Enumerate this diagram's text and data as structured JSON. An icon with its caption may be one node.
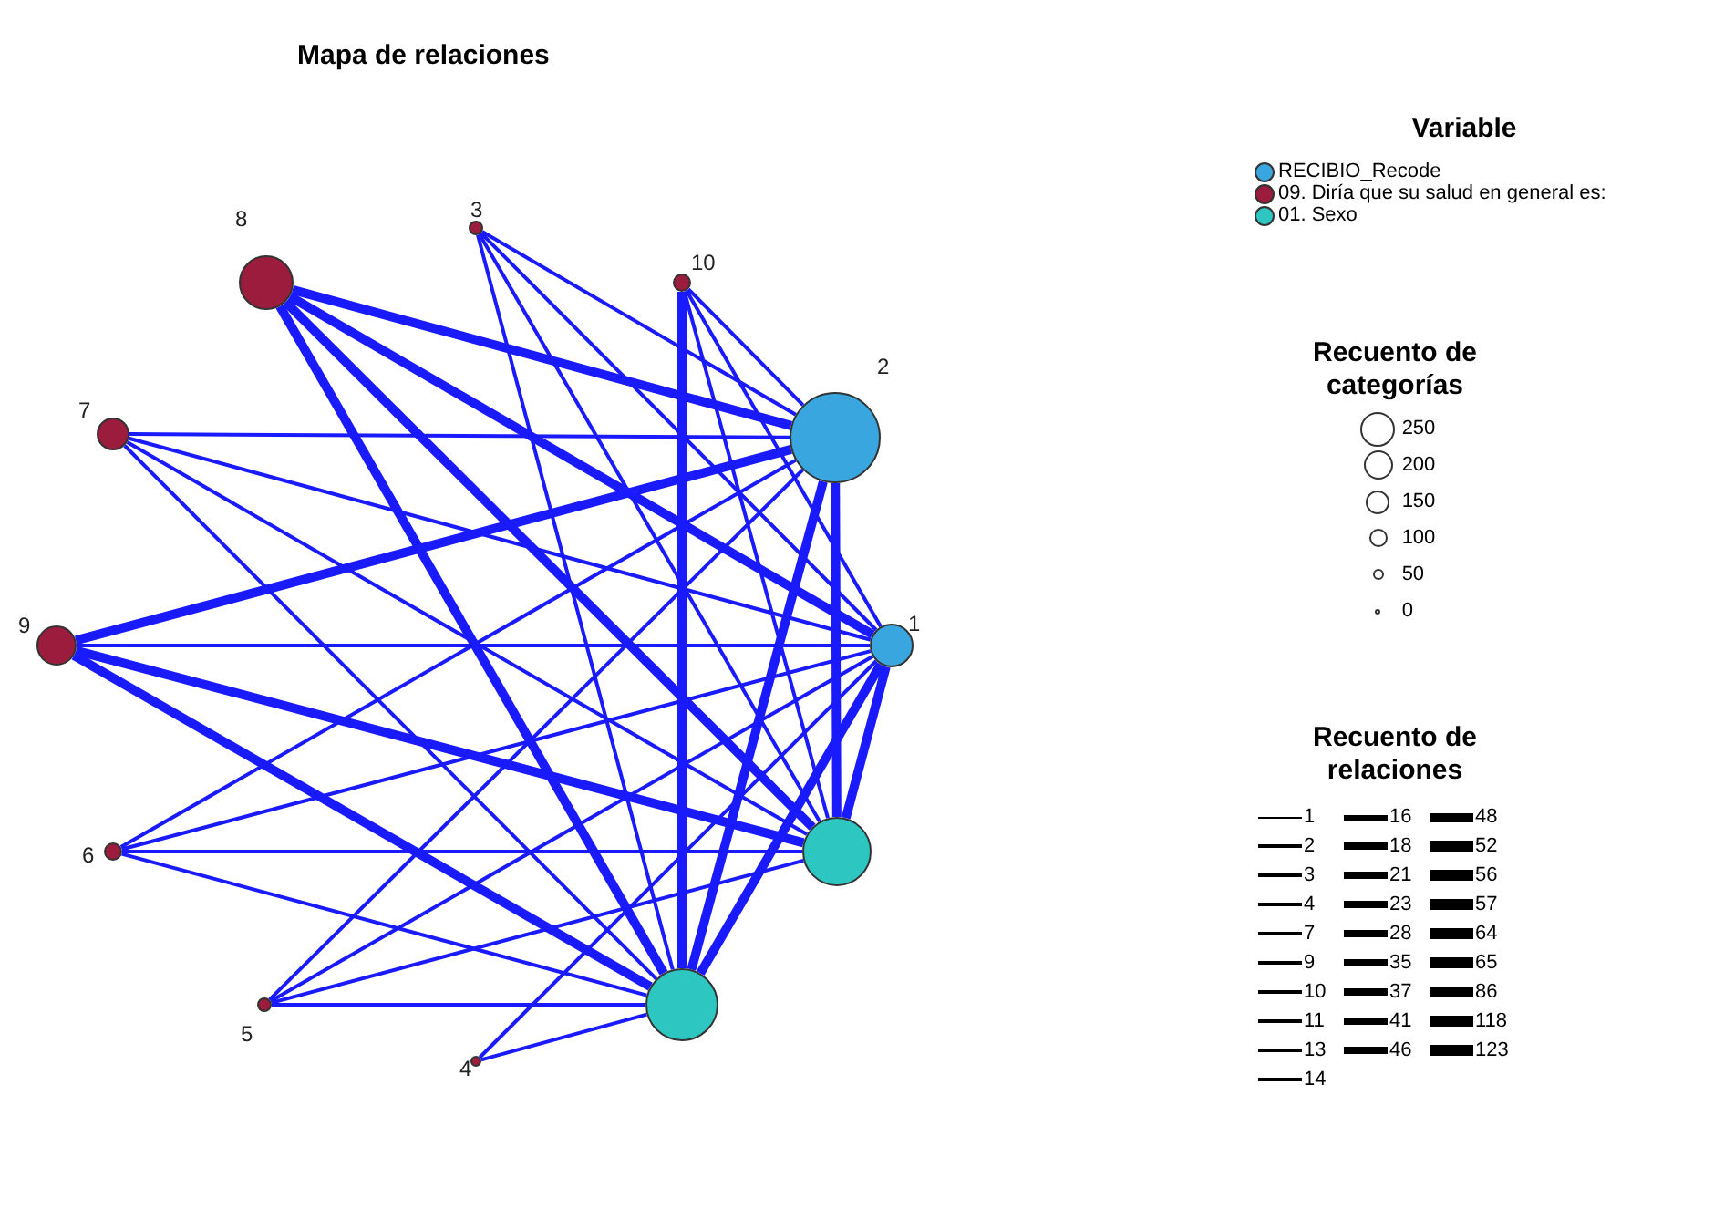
{
  "diagram": {
    "title": "Mapa de relaciones",
    "nodes": [
      {
        "text": [],
        "shape": "circle",
        "beside": [
          "3"
        ]
      },
      {
        "text": [],
        "shape": "circle",
        "beside": [
          "10"
        ]
      },
      {
        "text": [],
        "shape": "circle",
        "beside": [
          "8"
        ]
      },
      {
        "text": [],
        "shape": "circle",
        "beside": [
          "2"
        ]
      },
      {
        "text": [],
        "shape": "circle",
        "beside": [
          "7"
        ]
      },
      {
        "text": [],
        "shape": "circle",
        "beside": [
          "9"
        ]
      },
      {
        "text": [],
        "shape": "circle",
        "beside": [
          "1"
        ]
      },
      {
        "text": [],
        "shape": "circle",
        "beside": [
          "6"
        ]
      },
      {
        "text": [],
        "shape": "circle"
      },
      {
        "text": [],
        "shape": "circle",
        "beside": [
          "5"
        ]
      },
      {
        "text": [],
        "shape": "circle"
      },
      {
        "text": [],
        "shape": "circle",
        "beside": [
          "4"
        ]
      }
    ],
    "edges": [
      {
        "from": 0,
        "to": 3,
        "arrow": "none"
      },
      {
        "from": 0,
        "to": 6,
        "arrow": "none"
      },
      {
        "from": 0,
        "to": 8,
        "arrow": "none"
      },
      {
        "from": 0,
        "to": 10,
        "arrow": "none"
      },
      {
        "from": 1,
        "to": 3,
        "arrow": "none"
      },
      {
        "from": 1,
        "to": 6,
        "arrow": "none"
      },
      {
        "from": 1,
        "to": 8,
        "arrow": "none"
      },
      {
        "from": 1,
        "to": 10,
        "arrow": "none",
        "style": "thick"
      },
      {
        "from": 2,
        "to": 3,
        "arrow": "none",
        "style": "thick"
      },
      {
        "from": 2,
        "to": 6,
        "arrow": "none",
        "style": "thick"
      },
      {
        "from": 2,
        "to": 8,
        "arrow": "none",
        "style": "thick"
      },
      {
        "from": 2,
        "to": 10,
        "arrow": "none",
        "style": "thick"
      },
      {
        "from": 4,
        "to": 3,
        "arrow": "none"
      },
      {
        "from": 4,
        "to": 6,
        "arrow": "none"
      },
      {
        "from": 4,
        "to": 8,
        "arrow": "none"
      },
      {
        "from": 4,
        "to": 10,
        "arrow": "none"
      },
      {
        "from": 5,
        "to": 3,
        "arrow": "none",
        "style": "thick"
      },
      {
        "from": 5,
        "to": 6,
        "arrow": "none"
      },
      {
        "from": 5,
        "to": 8,
        "arrow": "none",
        "style": "thick"
      },
      {
        "from": 5,
        "to": 10,
        "arrow": "none",
        "style": "thick"
      },
      {
        "from": 7,
        "to": 3,
        "arrow": "none"
      },
      {
        "from": 7,
        "to": 6,
        "arrow": "none"
      },
      {
        "from": 7,
        "to": 8,
        "arrow": "none"
      },
      {
        "from": 7,
        "to": 10,
        "arrow": "none"
      },
      {
        "from": 9,
        "to": 3,
        "arrow": "none"
      },
      {
        "from": 9,
        "to": 6,
        "arrow": "none"
      },
      {
        "from": 9,
        "to": 8,
        "arrow": "none"
      },
      {
        "from": 9,
        "to": 10,
        "arrow": "none"
      },
      {
        "from": 11,
        "to": 6,
        "arrow": "none"
      },
      {
        "from": 11,
        "to": 10,
        "arrow": "none"
      },
      {
        "from": 3,
        "to": 8,
        "arrow": "none",
        "style": "thick"
      },
      {
        "from": 3,
        "to": 10,
        "arrow": "none",
        "style": "thick"
      },
      {
        "from": 6,
        "to": 8,
        "arrow": "none",
        "style": "thick"
      },
      {
        "from": 6,
        "to": 10,
        "arrow": "none",
        "style": "thick"
      }
    ],
    "labels": [
      "Variable",
      "Recuento de categorías",
      "Recuento de relaciones"
    ],
    "legend": [
      {
        "text": "RECIBIO_Recode",
        "color": "#3aa6e0"
      },
      {
        "text": "09. Diría que su salud en general es:",
        "color": "#9b1c3c"
      },
      {
        "text": "01. Sexo",
        "color": "#2ec6c0"
      },
      {
        "text": "250"
      },
      {
        "text": "200"
      },
      {
        "text": "150"
      },
      {
        "text": "100"
      },
      {
        "text": "50"
      },
      {
        "text": "0"
      },
      {
        "text": "1"
      },
      {
        "text": "2"
      },
      {
        "text": "3"
      },
      {
        "text": "4"
      },
      {
        "text": "7"
      },
      {
        "text": "9"
      },
      {
        "text": "10"
      },
      {
        "text": "11"
      },
      {
        "text": "13"
      },
      {
        "text": "14"
      },
      {
        "text": "16"
      },
      {
        "text": "18"
      },
      {
        "text": "21"
      },
      {
        "text": "23"
      },
      {
        "text": "28"
      },
      {
        "text": "35"
      },
      {
        "text": "37"
      },
      {
        "text": "41"
      },
      {
        "text": "46"
      },
      {
        "text": "48"
      },
      {
        "text": "52"
      },
      {
        "text": "56"
      },
      {
        "text": "57"
      },
      {
        "text": "64"
      },
      {
        "text": "65"
      },
      {
        "text": "86"
      },
      {
        "text": "118"
      },
      {
        "text": "123"
      }
    ]
  }
}
